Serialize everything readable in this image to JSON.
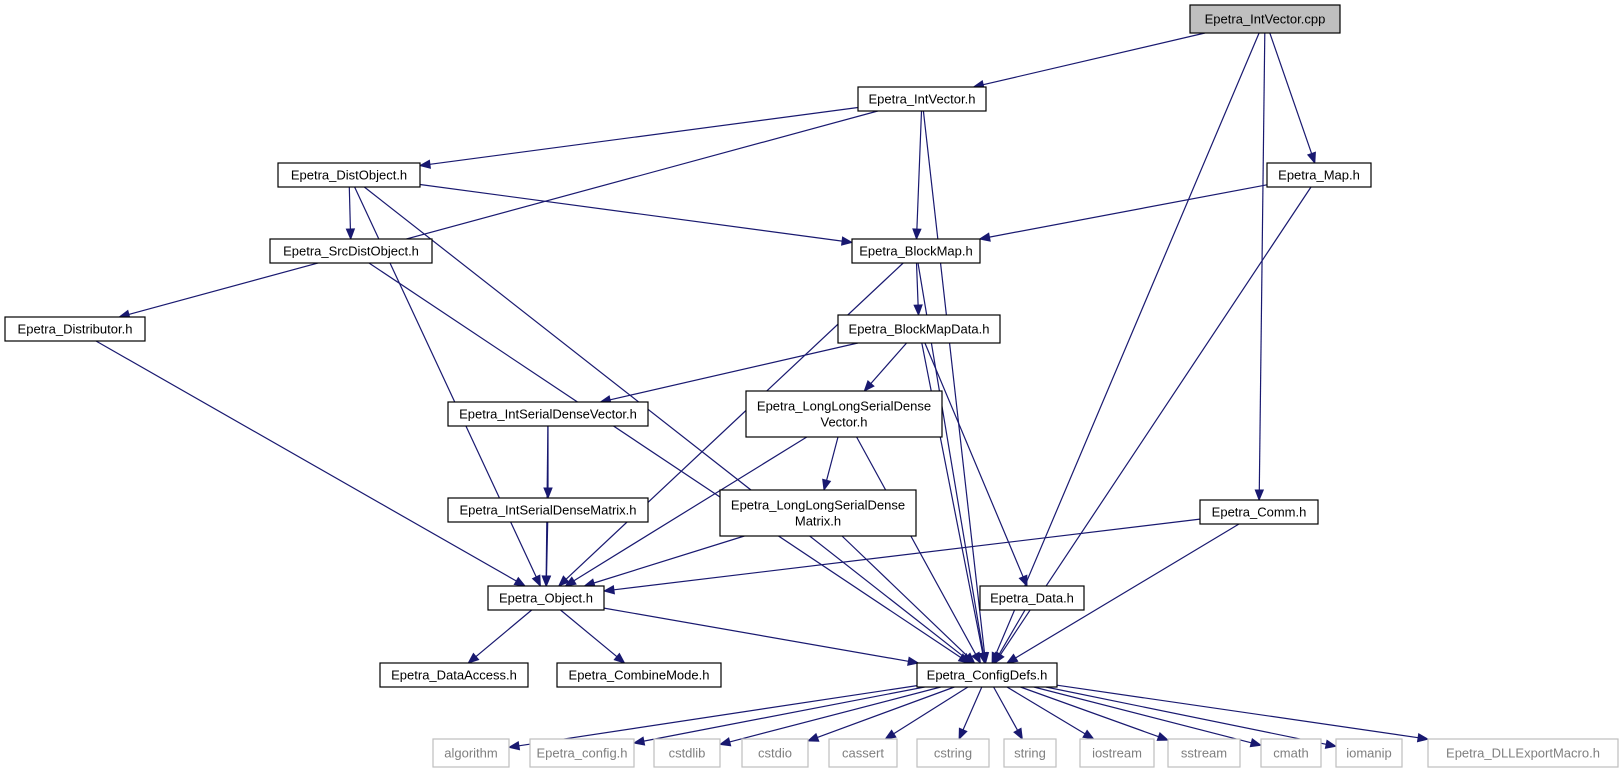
{
  "graph": {
    "nodes": [
      {
        "id": "cpp",
        "label": "Epetra_IntVector.cpp",
        "kind": "root"
      },
      {
        "id": "ivh",
        "label": "Epetra_IntVector.h",
        "kind": "normal"
      },
      {
        "id": "dist",
        "label": "Epetra_DistObject.h",
        "kind": "normal"
      },
      {
        "id": "mapH",
        "label": "Epetra_Map.h",
        "kind": "normal"
      },
      {
        "id": "src",
        "label": "Epetra_SrcDistObject.h",
        "kind": "normal"
      },
      {
        "id": "bmap",
        "label": "Epetra_BlockMap.h",
        "kind": "normal"
      },
      {
        "id": "distr",
        "label": "Epetra_Distributor.h",
        "kind": "normal"
      },
      {
        "id": "bmd",
        "label": "Epetra_BlockMapData.h",
        "kind": "normal"
      },
      {
        "id": "isdv",
        "label": "Epetra_IntSerialDenseVector.h",
        "kind": "normal"
      },
      {
        "id": "llsdv",
        "label": "Epetra_LongLongSerialDense\nVector.h",
        "kind": "normal"
      },
      {
        "id": "isdm",
        "label": "Epetra_IntSerialDenseMatrix.h",
        "kind": "normal"
      },
      {
        "id": "llsdm",
        "label": "Epetra_LongLongSerialDense\nMatrix.h",
        "kind": "normal"
      },
      {
        "id": "comm",
        "label": "Epetra_Comm.h",
        "kind": "normal"
      },
      {
        "id": "obj",
        "label": "Epetra_Object.h",
        "kind": "normal"
      },
      {
        "id": "data",
        "label": "Epetra_Data.h",
        "kind": "normal"
      },
      {
        "id": "da",
        "label": "Epetra_DataAccess.h",
        "kind": "normal"
      },
      {
        "id": "cm",
        "label": "Epetra_CombineMode.h",
        "kind": "normal"
      },
      {
        "id": "cfg",
        "label": "Epetra_ConfigDefs.h",
        "kind": "normal"
      },
      {
        "id": "alg",
        "label": "algorithm",
        "kind": "sys"
      },
      {
        "id": "ecfg",
        "label": "Epetra_config.h",
        "kind": "sys"
      },
      {
        "id": "cstdlib",
        "label": "cstdlib",
        "kind": "sys"
      },
      {
        "id": "cstdio",
        "label": "cstdio",
        "kind": "sys"
      },
      {
        "id": "cassert",
        "label": "cassert",
        "kind": "sys"
      },
      {
        "id": "cstring",
        "label": "cstring",
        "kind": "sys"
      },
      {
        "id": "string",
        "label": "string",
        "kind": "sys"
      },
      {
        "id": "iostream",
        "label": "iostream",
        "kind": "sys"
      },
      {
        "id": "sstream",
        "label": "sstream",
        "kind": "sys"
      },
      {
        "id": "cmath",
        "label": "cmath",
        "kind": "sys"
      },
      {
        "id": "iomanip",
        "label": "iomanip",
        "kind": "sys"
      },
      {
        "id": "dll",
        "label": "Epetra_DLLExportMacro.h",
        "kind": "sys"
      }
    ],
    "edges": [
      [
        "cpp",
        "ivh"
      ],
      [
        "cpp",
        "mapH"
      ],
      [
        "cpp",
        "comm"
      ],
      [
        "cpp",
        "cfg"
      ],
      [
        "ivh",
        "dist"
      ],
      [
        "ivh",
        "distr"
      ],
      [
        "ivh",
        "bmap"
      ],
      [
        "ivh",
        "cfg"
      ],
      [
        "dist",
        "src"
      ],
      [
        "dist",
        "bmap"
      ],
      [
        "dist",
        "obj"
      ],
      [
        "dist",
        "cfg"
      ],
      [
        "mapH",
        "bmap"
      ],
      [
        "mapH",
        "cfg"
      ],
      [
        "src",
        "cfg"
      ],
      [
        "bmap",
        "bmd"
      ],
      [
        "bmap",
        "obj"
      ],
      [
        "bmap",
        "cfg"
      ],
      [
        "distr",
        "obj"
      ],
      [
        "bmd",
        "isdv"
      ],
      [
        "bmd",
        "llsdv"
      ],
      [
        "bmd",
        "cfg"
      ],
      [
        "bmd",
        "data"
      ],
      [
        "isdv",
        "isdm"
      ],
      [
        "isdv",
        "obj"
      ],
      [
        "llsdv",
        "llsdm"
      ],
      [
        "llsdv",
        "obj"
      ],
      [
        "llsdv",
        "cfg"
      ],
      [
        "isdm",
        "obj"
      ],
      [
        "llsdm",
        "obj"
      ],
      [
        "llsdm",
        "cfg"
      ],
      [
        "comm",
        "obj"
      ],
      [
        "comm",
        "cfg"
      ],
      [
        "obj",
        "da"
      ],
      [
        "obj",
        "cm"
      ],
      [
        "obj",
        "cfg"
      ],
      [
        "data",
        "cfg"
      ],
      [
        "cfg",
        "alg"
      ],
      [
        "cfg",
        "ecfg"
      ],
      [
        "cfg",
        "cstdlib"
      ],
      [
        "cfg",
        "cstdio"
      ],
      [
        "cfg",
        "cassert"
      ],
      [
        "cfg",
        "cstring"
      ],
      [
        "cfg",
        "string"
      ],
      [
        "cfg",
        "iostream"
      ],
      [
        "cfg",
        "sstream"
      ],
      [
        "cfg",
        "cmath"
      ],
      [
        "cfg",
        "iomanip"
      ],
      [
        "cfg",
        "dll"
      ]
    ]
  }
}
